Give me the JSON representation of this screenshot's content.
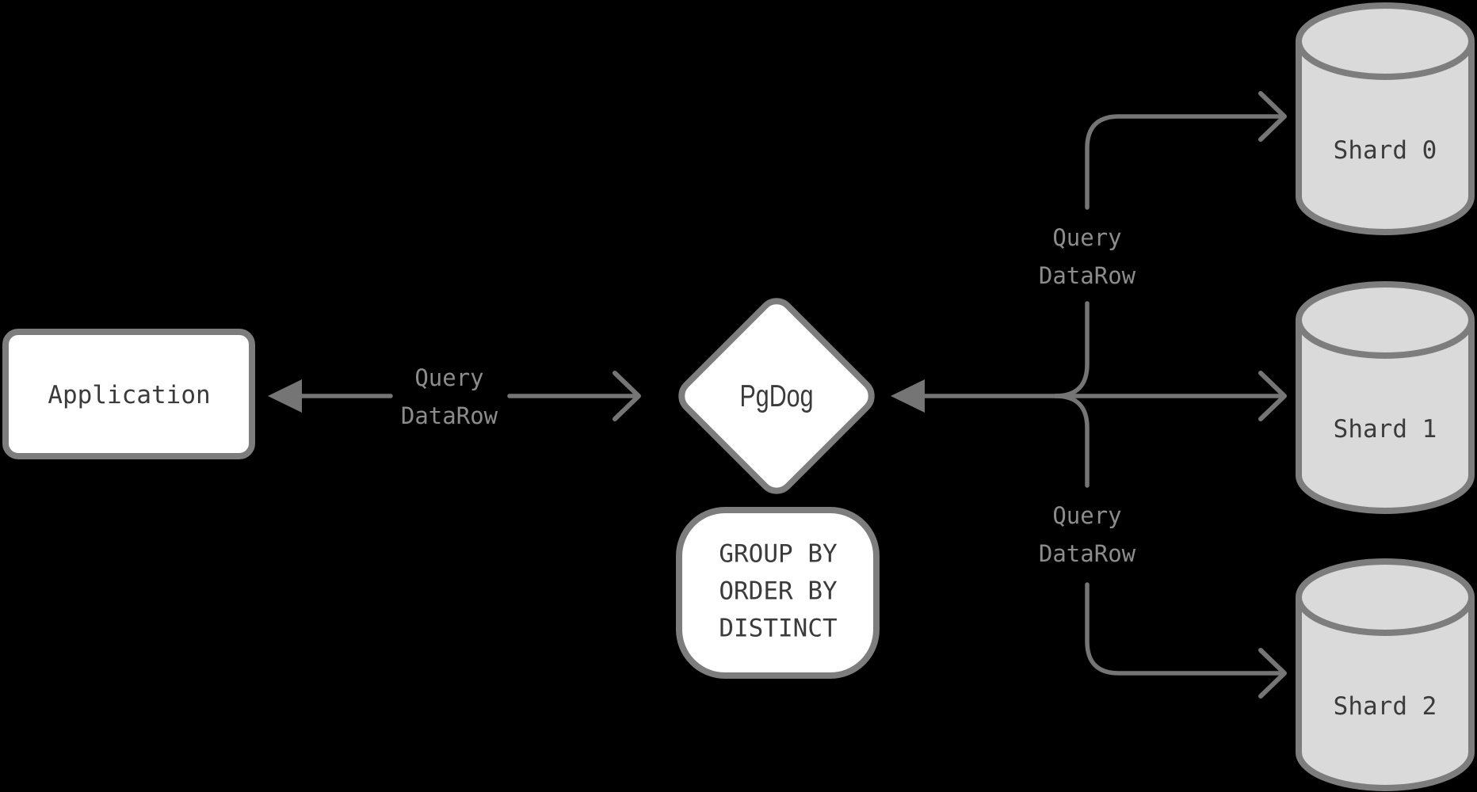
{
  "diagram": {
    "background_color": "#000000",
    "connector_color": "#757575",
    "node_border_color": "#7d7d7d",
    "node_fill_color": "#ffffff",
    "cylinder_fill_color": "#dadada",
    "node_text_color": "#3b3b3b",
    "edge_label_text_color": "#8c8c8c",
    "nodes": {
      "application": {
        "label": "Application"
      },
      "pgdog": {
        "label": "PgDog"
      },
      "postprocess": {
        "lines": [
          "GROUP BY",
          "ORDER BY",
          "DISTINCT"
        ]
      },
      "shards": [
        {
          "label": "Shard 0"
        },
        {
          "label": "Shard 1"
        },
        {
          "label": "Shard 2"
        }
      ]
    },
    "edge_labels": {
      "app_pgdog": [
        "Query",
        "DataRow"
      ],
      "pgdog_shard0": [
        "Query",
        "DataRow"
      ],
      "pgdog_shard2": [
        "Query",
        "DataRow"
      ]
    }
  }
}
